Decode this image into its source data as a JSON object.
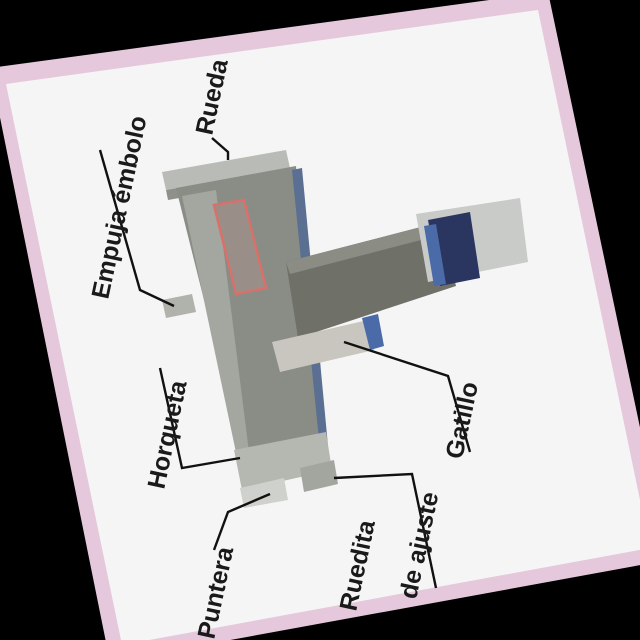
{
  "labels": {
    "rueda": "Rueda",
    "empuja_embolo": "Empuja émbolo",
    "horqueta": "Horqueta",
    "puntera": "Puntera",
    "ruedita_line1": "Ruedita",
    "ruedita_line2": "de ajuste",
    "gatillo": "Gatillo"
  },
  "colors": {
    "background": "#000000",
    "paper_border": "#e6c8dc",
    "paper": "#f5f5f5",
    "body_metal": "#8a8c86",
    "handle_metal": "#6f7068",
    "rubber_band": "#2a3560",
    "window_outline": "#d9706a"
  }
}
